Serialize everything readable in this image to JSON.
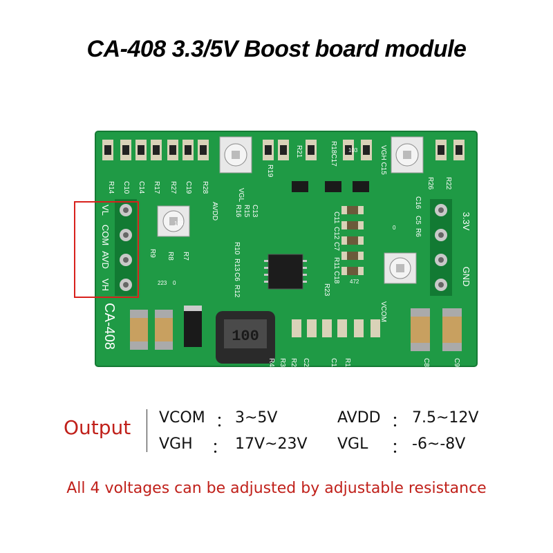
{
  "title": "CA-408 3.3/5V Boost board module",
  "board": {
    "model_label": "CA-408",
    "inductor_code": "100",
    "left_pins": [
      "VL",
      "COM",
      "AVD",
      "VH"
    ],
    "right_pins": [
      "3.3V",
      "",
      "",
      "GND"
    ],
    "top_components": [
      "R14",
      "C10",
      "C14",
      "R17",
      "R27",
      "C19",
      "R28",
      "R19",
      "R21",
      "R18C17",
      "VGH C15",
      "R26",
      "R22"
    ],
    "mid_labels": [
      "VGL",
      "AVDD",
      "C13",
      "R15",
      "R16",
      "C11",
      "C12",
      "C7",
      "R11",
      "C18",
      "R23",
      "R10",
      "R13",
      "C6",
      "R12",
      "R9",
      "R7",
      "R8",
      "C16",
      "C5",
      "R6",
      "VCOM"
    ],
    "bottom_components": [
      "C2",
      "R2",
      "R3",
      "R4",
      "R1",
      "C1",
      "C8",
      "C9"
    ],
    "smd_codes": [
      "103",
      "223",
      "0",
      "472",
      "103",
      "0"
    ],
    "colors": {
      "pcb": "#1f9a45",
      "highlight_box": "#d8201c"
    }
  },
  "output": {
    "label": "Output",
    "specs": [
      {
        "name": "VCOM",
        "sep": "：",
        "value": "3~5V"
      },
      {
        "name": "AVDD",
        "sep": "：",
        "value": "7.5~12V"
      },
      {
        "name": "VGH",
        "sep": "：",
        "value": "17V~23V"
      },
      {
        "name": "VGL",
        "sep": "：",
        "value": "-6~-8V"
      }
    ]
  },
  "footnote": "All 4 voltages can be adjusted by adjustable resistance",
  "colors": {
    "accent_red": "#c0201a",
    "text": "#111111"
  }
}
